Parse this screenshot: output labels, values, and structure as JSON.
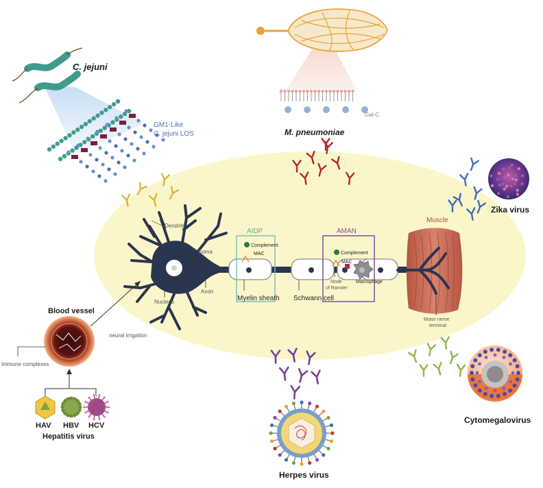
{
  "labels": {
    "c_jejuni": "C. jejuni",
    "gm1_line1": "GM1-Like",
    "gm1_line2": "C. jejuni LOS",
    "m_pneumoniae": "M. pneumoniae",
    "gal_c": "Gal-C",
    "zika": "Zika virus",
    "dendrite": "Dendrite",
    "soma": "Soma",
    "nucleus": "Nucleus",
    "axon": "Axon",
    "aidp": "AIDP",
    "aman": "AMAN",
    "muscle": "Muscle",
    "complement_aidp": "Complement",
    "mac_aidp": "MAC",
    "complement_aman": "Complement",
    "mac_aman": "MAC",
    "node_line1": "Node",
    "node_line2": "of Ranvier",
    "macrophage": "Macrophage",
    "myelin_sheath": "Myelin sheath",
    "schwann_cell": "Schwann cell",
    "motor_line1": "Motor nerve",
    "motor_line2": "terminal",
    "blood_vessel": "Blood vessel",
    "neural_irrigation": "neural irrigation",
    "immune_complexes": "Immune complexes",
    "hav": "HAV",
    "hbv": "HBV",
    "hcv": "HCV",
    "hepatitis": "Hepatitis virus",
    "herpes": "Herpes virus",
    "cytomegalovirus": "Cytomegalovirus"
  },
  "colors": {
    "ellipse": "#fbf6c9",
    "neuron": "#2a3550",
    "aidp": "#7fbfb9",
    "aman": "#7b4fa3",
    "antibody_red": "#b3262e",
    "antibody_purple": "#7b3f99",
    "antibody_blue": "#3a6fb5",
    "antibody_green": "#8ab84a",
    "antibody_yellow": "#e0b43a",
    "bacteria": "#3f9b8b",
    "muscle": "#c8664f"
  }
}
